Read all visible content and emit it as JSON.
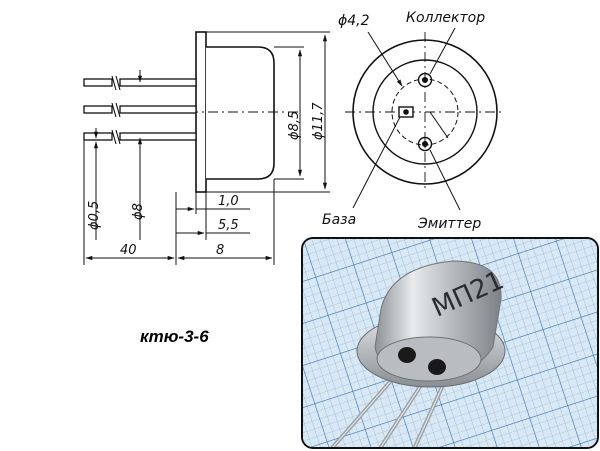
{
  "drawing": {
    "dims": {
      "pin_diameter": "ϕ0,5",
      "pin_spacing": "ϕ8",
      "lead_length": "40",
      "overall_length": "8",
      "flange_gap": "1,0",
      "cap_height": "5,5",
      "cap_diameter": "ϕ8,5",
      "flange_diameter": "ϕ11,7",
      "key_diameter": "ϕ4,2"
    },
    "labels": {
      "collector": "Коллектор",
      "base": "База",
      "emitter": "Эмиттер"
    }
  },
  "package_code": "ктю-3-6",
  "photo": {
    "marking": "МП21",
    "colors": {
      "grid_bg": "#d8e8f4",
      "grid_line": "#5b8ec4",
      "metal": "#c9cccf"
    }
  }
}
